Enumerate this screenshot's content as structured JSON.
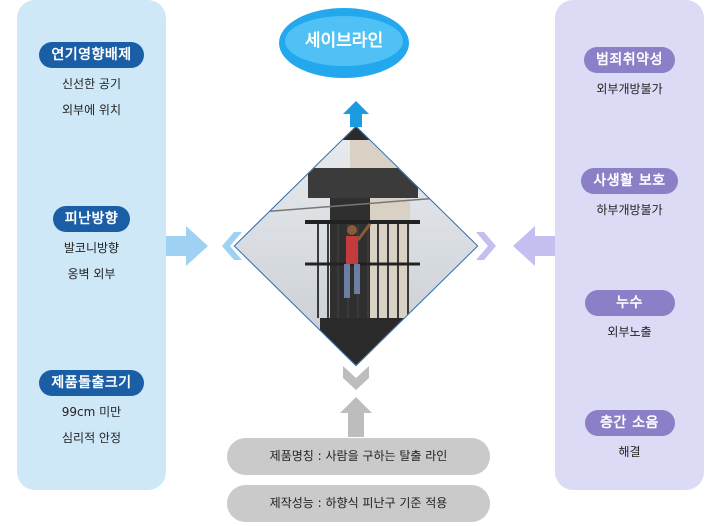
{
  "center": {
    "title": "세이브라인"
  },
  "left": {
    "groups": [
      {
        "label": "연기영향배제",
        "lines": [
          "신선한 공기",
          "외부에 위치"
        ]
      },
      {
        "label": "피난방향",
        "lines": [
          "발코니방향",
          "옹벽 외부"
        ]
      },
      {
        "label": "제품돌출크기",
        "lines": [
          "99cm 미만",
          "심리적 안정"
        ]
      }
    ]
  },
  "right": {
    "groups": [
      {
        "label": "범죄취약성",
        "lines": [
          "외부개방불가"
        ]
      },
      {
        "label": "사생활 보호",
        "lines": [
          "하부개방불가"
        ]
      },
      {
        "label": "누수",
        "lines": [
          "외부노출"
        ]
      },
      {
        "label": "층간 소음",
        "lines": [
          "해결"
        ]
      }
    ]
  },
  "bottom": {
    "name": "제품명칭 : 사람을 구하는 탈출 라인",
    "performance": "제작성능 : 하향식 피난구 기준 적용"
  },
  "colors": {
    "left_panel": "#cfe8f8",
    "right_panel": "#dcdbf6",
    "left_pill": "#1a5ea6",
    "right_pill": "#8b80c7",
    "title_ellipse": "#23a8ee",
    "bottom_pill": "#cacaca",
    "arrow_blue": "#1b9be0"
  }
}
